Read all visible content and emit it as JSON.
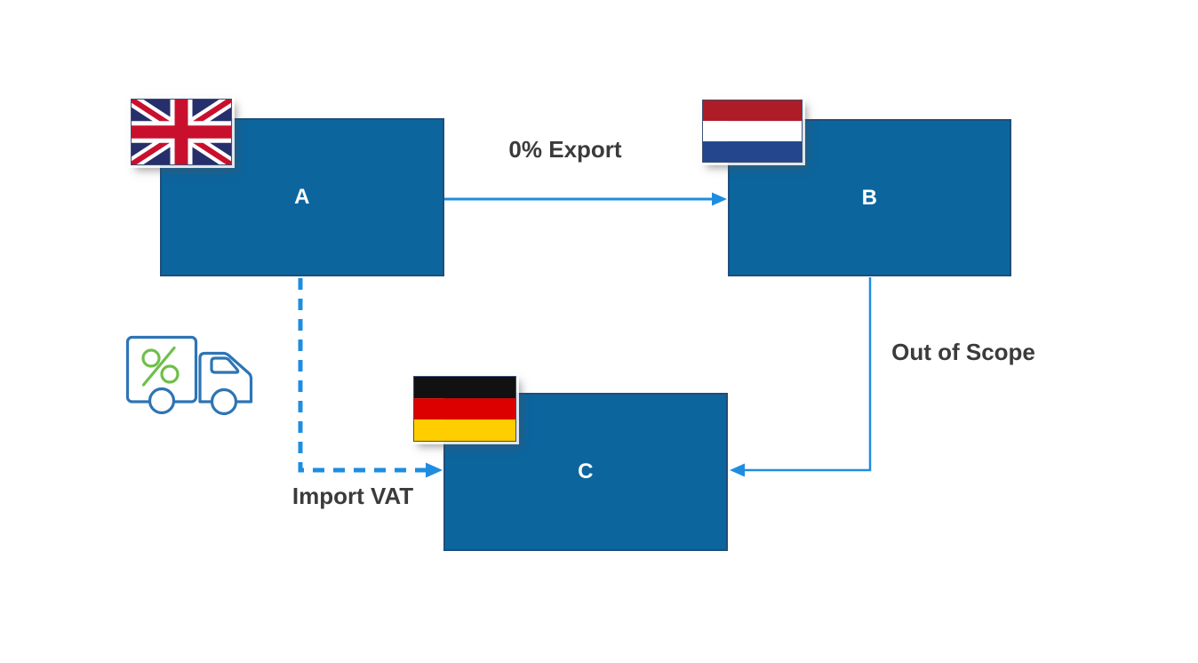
{
  "nodes": {
    "a": {
      "label": "A",
      "country": "United Kingdom"
    },
    "b": {
      "label": "B",
      "country": "Netherlands"
    },
    "c": {
      "label": "C",
      "country": "Germany"
    }
  },
  "edges": {
    "a_to_b": {
      "label": "0% Export",
      "style": "solid"
    },
    "b_to_c": {
      "label": "Out of Scope",
      "style": "solid"
    },
    "a_to_c": {
      "label": "Import VAT",
      "style": "dashed"
    }
  },
  "icons": {
    "truck": "vat-percent-truck-icon",
    "flags": [
      "uk-flag-icon",
      "netherlands-flag-icon",
      "germany-flag-icon"
    ]
  },
  "colors": {
    "background": "#FFFFFF",
    "box_fill": "#0D659E",
    "box_border": "#1F4E79",
    "node_label": "#FFFFFF",
    "arrow": "#1E8DE0",
    "edge_label": "#3B3B3B",
    "truck_outline": "#2E74B5",
    "percent_green": "#6FBF4A",
    "flag_uk": {
      "navy": "#262F6B",
      "red": "#C8102E",
      "white": "#FFFFFF"
    },
    "flag_nl": {
      "red": "#AE1C28",
      "white": "#FFFFFF",
      "blue": "#24468C"
    },
    "flag_de": {
      "black": "#111111",
      "red": "#DC0000",
      "gold": "#FFCE00"
    }
  }
}
